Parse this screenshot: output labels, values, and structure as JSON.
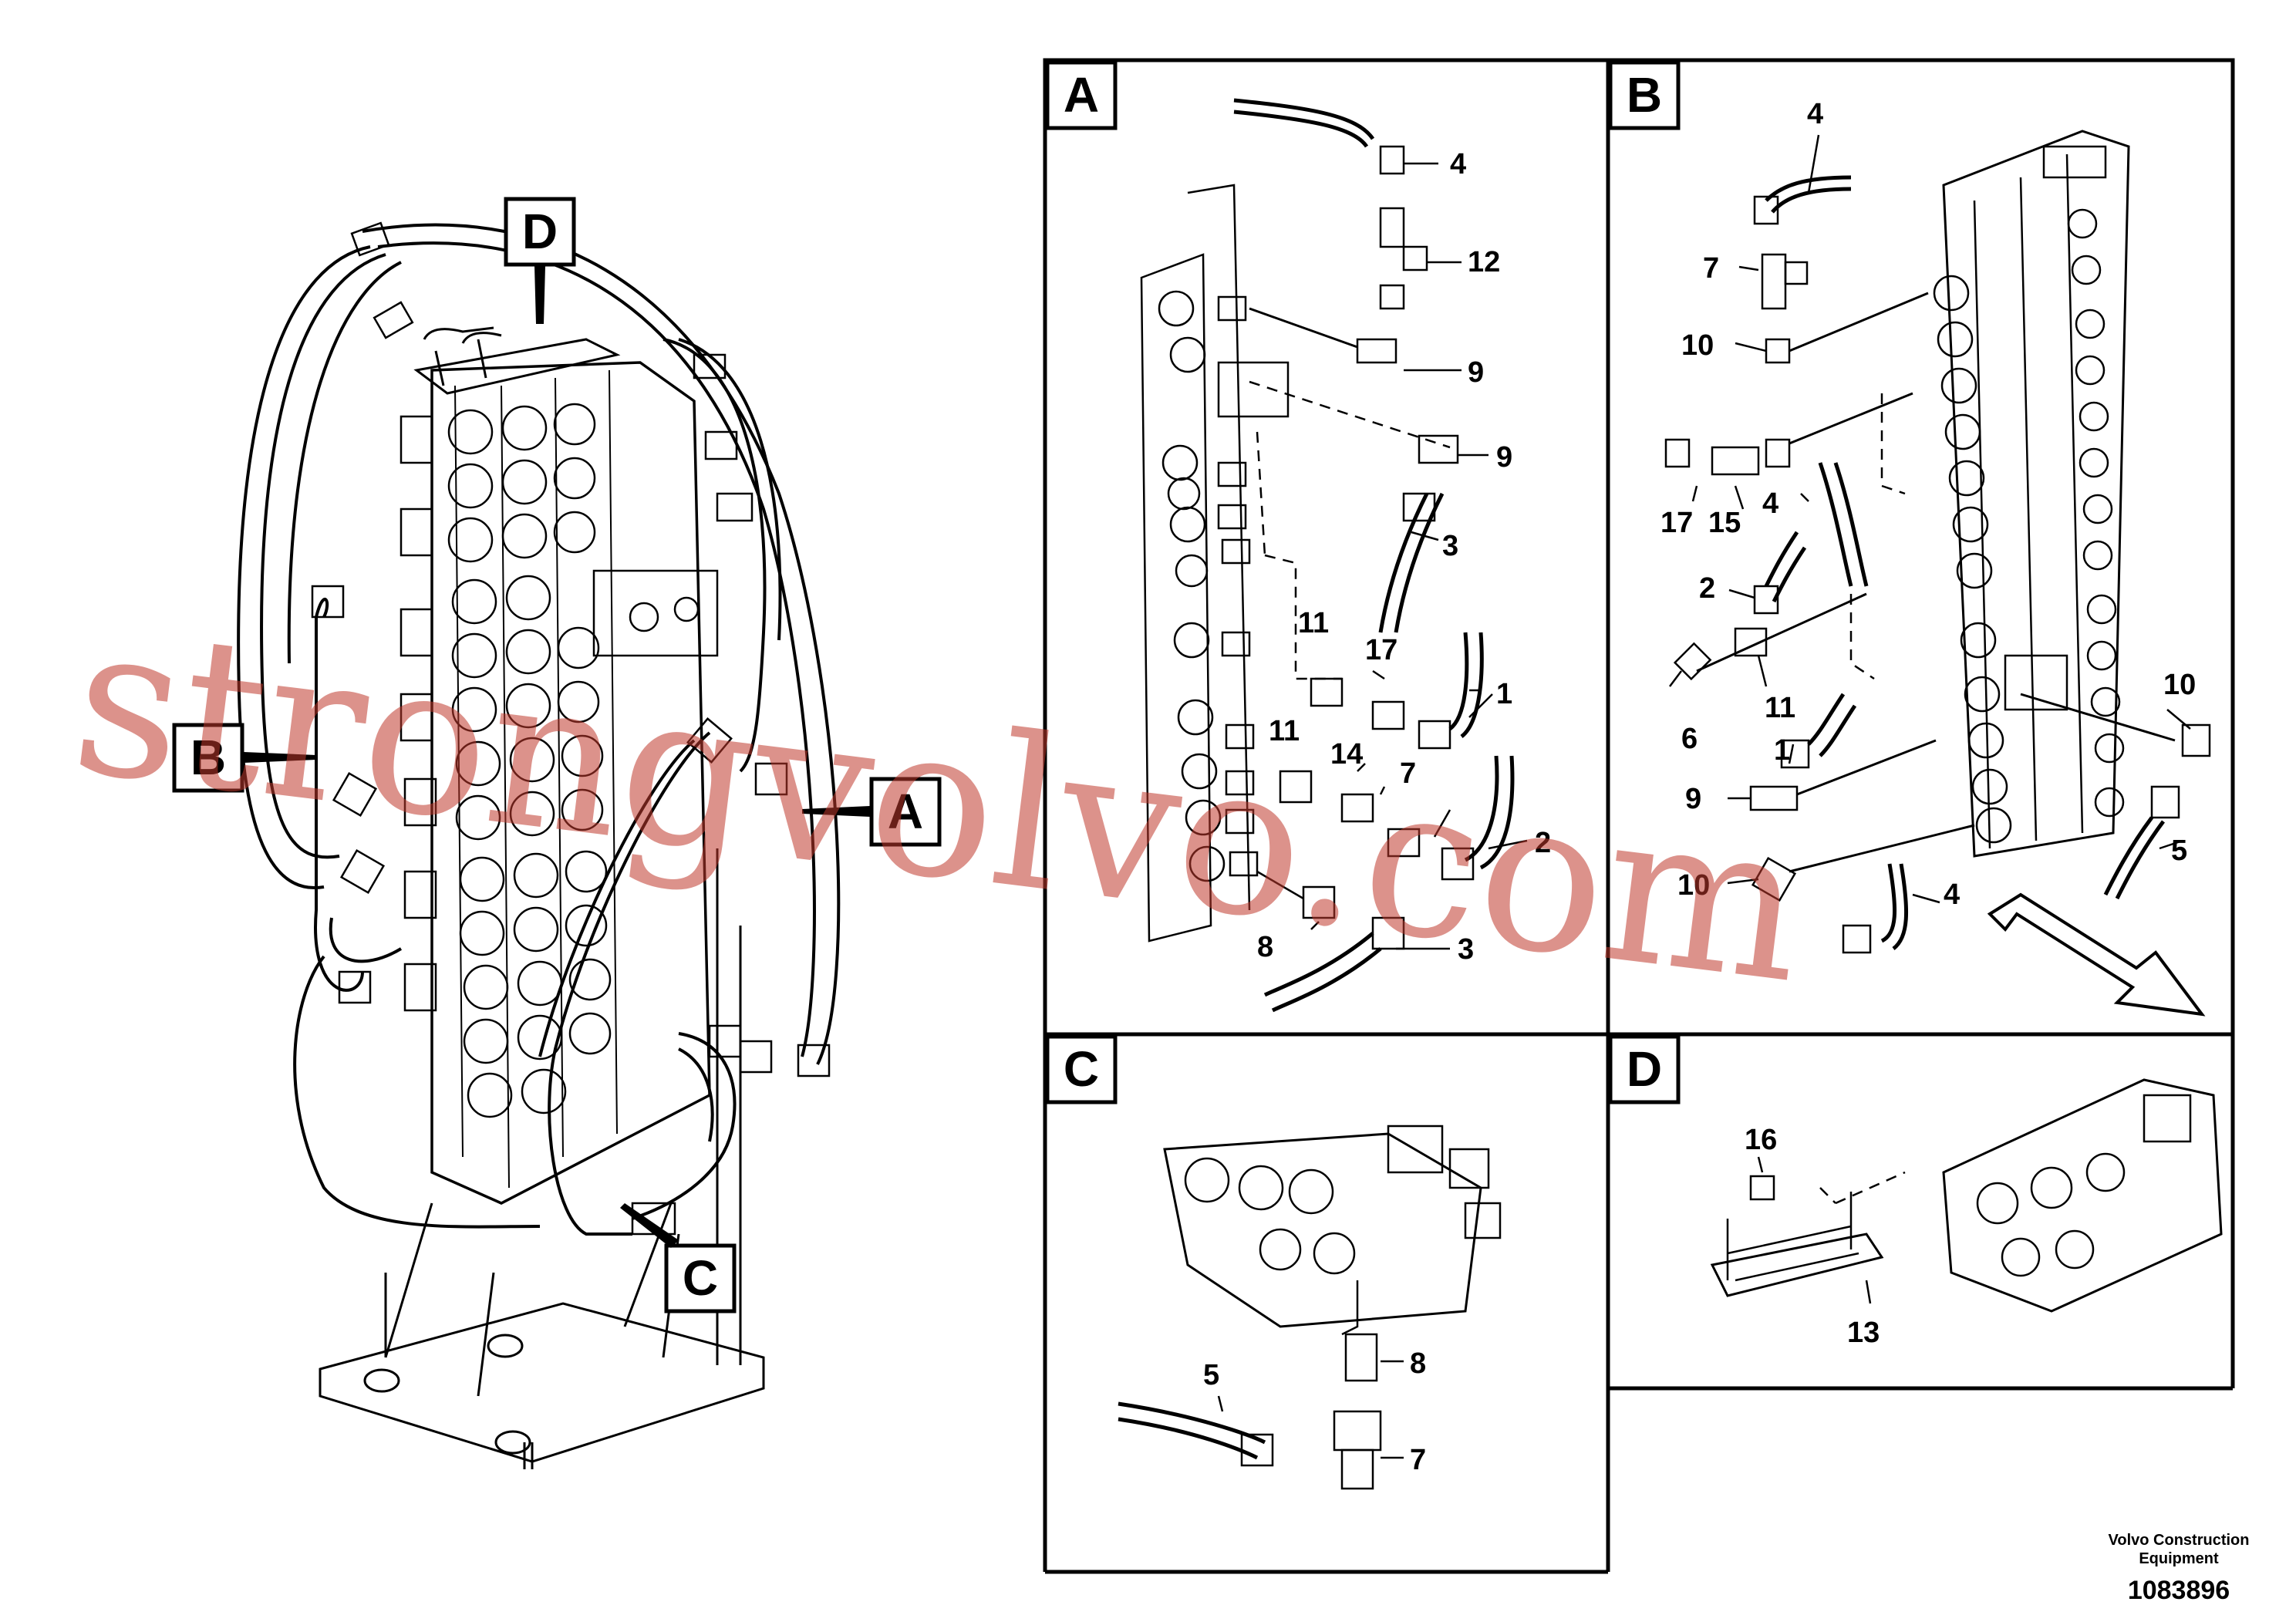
{
  "views": {
    "main": {
      "callouts": [
        "D",
        "B",
        "A",
        "C"
      ]
    },
    "A": {
      "label": "A",
      "parts": [
        "4",
        "12",
        "9",
        "9",
        "3",
        "11",
        "17",
        "1",
        "11",
        "14",
        "7",
        "2",
        "8",
        "3"
      ]
    },
    "B": {
      "label": "B",
      "parts": [
        "4",
        "7",
        "10",
        "17",
        "15",
        "4",
        "2",
        "11",
        "6",
        "1",
        "9",
        "10",
        "10",
        "5",
        "4"
      ]
    },
    "C": {
      "label": "C",
      "parts": [
        "8",
        "5",
        "7"
      ]
    },
    "D": {
      "label": "D",
      "parts": [
        "16",
        "13"
      ]
    }
  },
  "watermark": "strongvolvo.com",
  "footer": {
    "company_line1": "Volvo Construction",
    "company_line2": "Equipment",
    "drawing_number": "1083896"
  }
}
